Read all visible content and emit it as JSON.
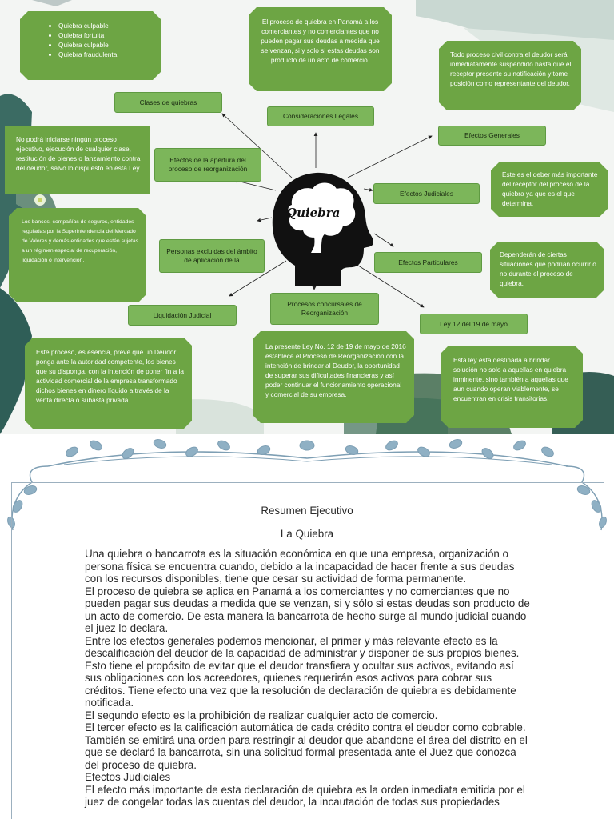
{
  "mindmap": {
    "center_label": "Quiebra",
    "nodes": {
      "clases": "Clases de quiebras",
      "consideraciones": "Consideraciones Legales",
      "efectos_generales": "Efectos Generales",
      "efectos_apertura": "Efectos de la apertura del proceso de reorganización",
      "efectos_judiciales": "Efectos Judiciales",
      "personas_excluidas": "Personas excluidas del ámbito de aplicación de la",
      "efectos_particulares": "Efectos Particulares",
      "procesos_concursales": "Procesos concursales de Reorganización",
      "liquidacion": "Liquidación Judicial",
      "ley": "Ley 12 del 19 de mayo"
    },
    "clases_list": [
      "Quiebra culpable",
      "Quiebra fortuita",
      "Quiebra culpable",
      "Quiebra fraudulenta"
    ],
    "notes": {
      "consideraciones": "El proceso de quiebra en Panamá a los comerciantes y no comerciantes que no pueden pagar sus deudas a medida que se venzan, si y solo si estas deudas son producto de un acto de comercio.",
      "efectos_generales": "Todo proceso civil contra el deudor será inmediatamente suspendido hasta que el receptor presente su notificación y tome posición como representante del deudor.",
      "apertura": "No podrá iniciarse ningún proceso ejecutivo, ejecución de cualquier clase, restitución de bienes o lanzamiento contra del deudor, salvo lo dispuesto en esta Ley.",
      "judiciales": "Este es el deber más importante del receptor del proceso de la quiebra ya que es el que determina.",
      "excluidas": "Los bancos, compañías de seguros, entidades reguladas por la Superintendencia del Mercado de Valores y demás entidades que estén sujetas a un régimen especial de recuperación, liquidación o intervención.",
      "particulares": "Dependerán de ciertas situaciones que podrían ocurrir o no durante el proceso de quiebra.",
      "liquidacion": "Este proceso, es esencia, prevé que un Deudor ponga ante la autoridad competente, los bienes que su disponga, con la intención de poner fin a la actividad comercial de la empresa transformado dichos bienes en dinero líquido a través de la venta directa o subasta privada.",
      "procesos": "La presente Ley No. 12 de 19 de mayo de 2016 establece el Proceso de Reorganización con la intención de brindar al Deudor, la oportunidad de superar sus dificultades financieras y así poder continuar el funcionamiento operacional y comercial de su empresa.",
      "ley": "Esta ley está destinada a brindar solución no solo a aquellas en quiebra inminente, sino también a aquellas que aun cuando operan viablemente, se encuentran en crisis transitorias."
    }
  },
  "document": {
    "title": "Resumen Ejecutivo",
    "subtitle": "La Quiebra",
    "paragraphs": [
      "Una quiebra o bancarrota es la situación económica en que una empresa, organización o persona física se encuentra cuando, debido a la incapacidad de hacer frente a sus deudas con los recursos disponibles, tiene que cesar su actividad de forma permanente.",
      "El proceso de quiebra se aplica en Panamá a los comerciantes y no comerciantes que no pueden pagar sus deudas a medida que se venzan, si y sólo si estas deudas son producto de un acto de comercio. De esta manera la bancarrota de hecho surge al mundo judicial cuando el juez lo declara.",
      "Entre los efectos generales podemos mencionar, el primer y más relevante efecto es la descalificación del deudor de la capacidad de administrar y disponer de sus propios bienes. Esto tiene el propósito de evitar que el deudor transfiera y ocultar sus activos, evitando así sus obligaciones con los acreedores, quienes requerirán esos activos para cobrar sus créditos. Tiene efecto una vez que la resolución de declaración de quiebra es debidamente notificada.",
      "El segundo efecto es la prohibición de realizar cualquier acto de comercio.",
      "El tercer efecto es la calificación automática de cada crédito contra el deudor como cobrable. También se emitirá una orden para restringir al deudor que abandone el área del distrito en el que se declaró la bancarrota, sin una solicitud formal presentada ante el Juez que conozca del proceso de quiebra.",
      "Efectos Judiciales",
      "El efecto más importante de esta declaración de quiebra es la orden inmediata emitida por el juez de congelar todas las cuentas del deudor, la incautación de todas sus propiedades"
    ]
  }
}
